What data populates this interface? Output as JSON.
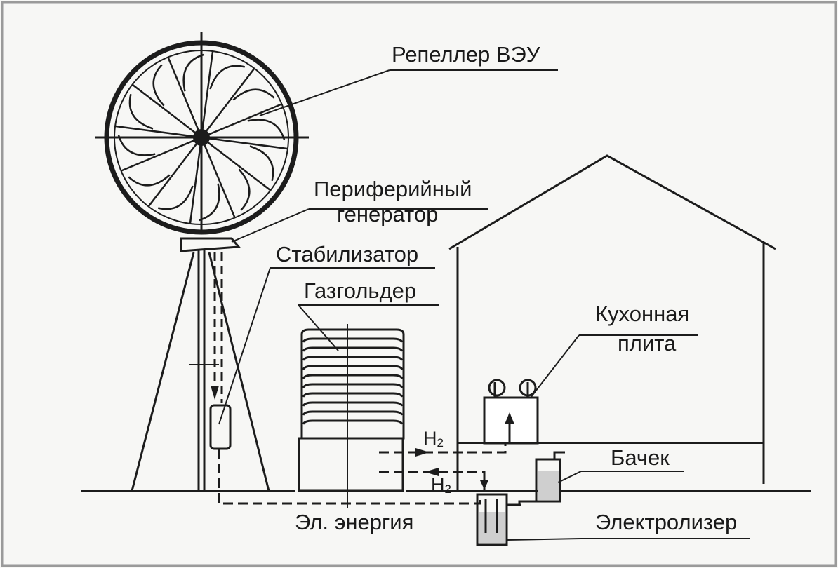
{
  "labels": {
    "rotor": "Репеллер ВЭУ",
    "generator_line1": "Периферийный",
    "generator_line2": "генератор",
    "stabilizer": "Стабилизатор",
    "gasholder": "Газгольдер",
    "stove_line1": "Кухонная",
    "stove_line2": "плита",
    "tank": "Бачек",
    "electrolyzer": "Электролизер",
    "electric_energy": "Эл. энергия",
    "h2_top": "H",
    "h2_top_sub": "2",
    "h2_bottom": "H",
    "h2_bottom_sub": "2"
  },
  "colors": {
    "ink": "#1c1c1c",
    "background": "#f7f7f5",
    "frame": "#9a9a9a"
  }
}
